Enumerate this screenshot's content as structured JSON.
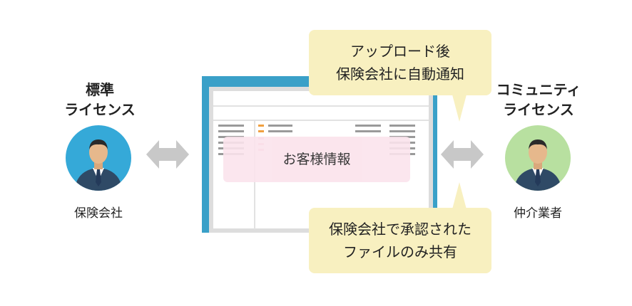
{
  "left_party": {
    "license_label_line1": "標準",
    "license_label_line2": "ライセンス",
    "role": "保険会社",
    "avatar_bg": "#35a9d8"
  },
  "right_party": {
    "license_label_line1": "コミュニティ",
    "license_label_line2": "ライセンス",
    "role": "仲介業者",
    "avatar_bg": "#b8e0a0"
  },
  "top_bubble": {
    "line1": "アップロード後",
    "line2": "保険会社に自動通知"
  },
  "bottom_bubble": {
    "line1": "保険会社で承認された",
    "line2": "ファイルのみ共有"
  },
  "window": {
    "panel_label": "お客様情報"
  },
  "colors": {
    "frame": "#3aa0c8",
    "bubble": "#f8f0c0",
    "pink_panel": "#fbe3ec",
    "arrow": "#c8c8c8"
  }
}
